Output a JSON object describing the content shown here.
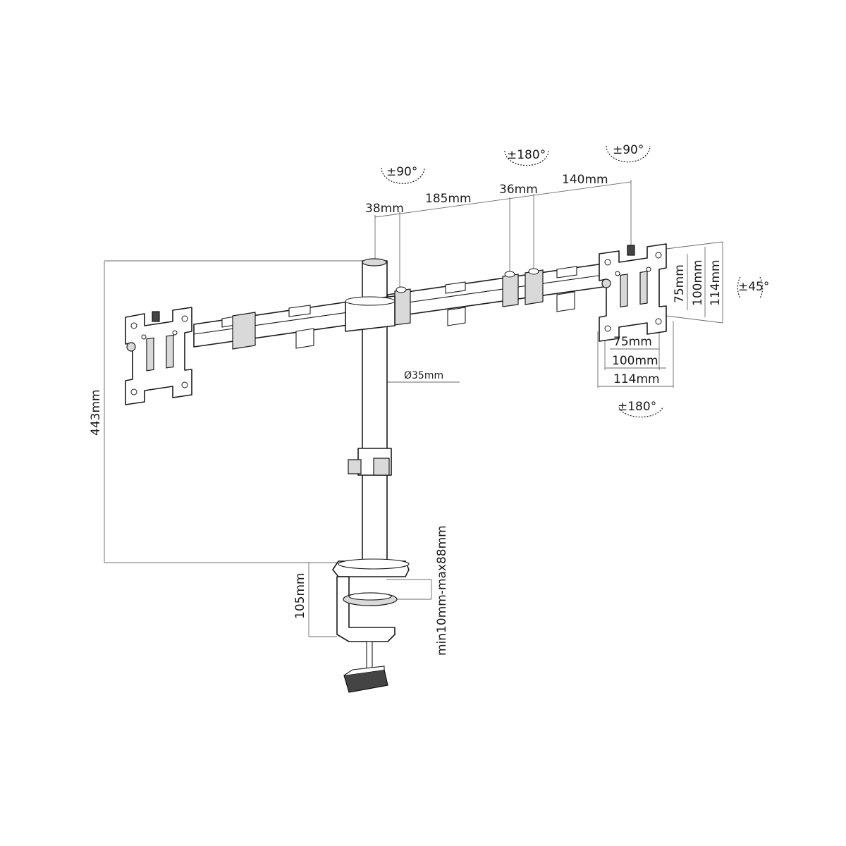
{
  "labels": {
    "rot_left_arm": "±90°",
    "rot_center": "±180°",
    "rot_right_head": "±90°",
    "tilt_right": "±45°",
    "rot_bottom": "±180°",
    "seg_38": "38mm",
    "seg_185": "185mm",
    "seg_36": "36mm",
    "seg_140": "140mm",
    "vesa_v75": "75mm",
    "vesa_v100": "100mm",
    "vesa_v114": "114mm",
    "vesa_h75": "75mm",
    "vesa_h100": "100mm",
    "vesa_h114": "114mm",
    "pole_diameter": "Ø35mm",
    "height_443": "443mm",
    "clamp_105": "105mm",
    "desk_thickness": "min10mm-max88mm"
  }
}
